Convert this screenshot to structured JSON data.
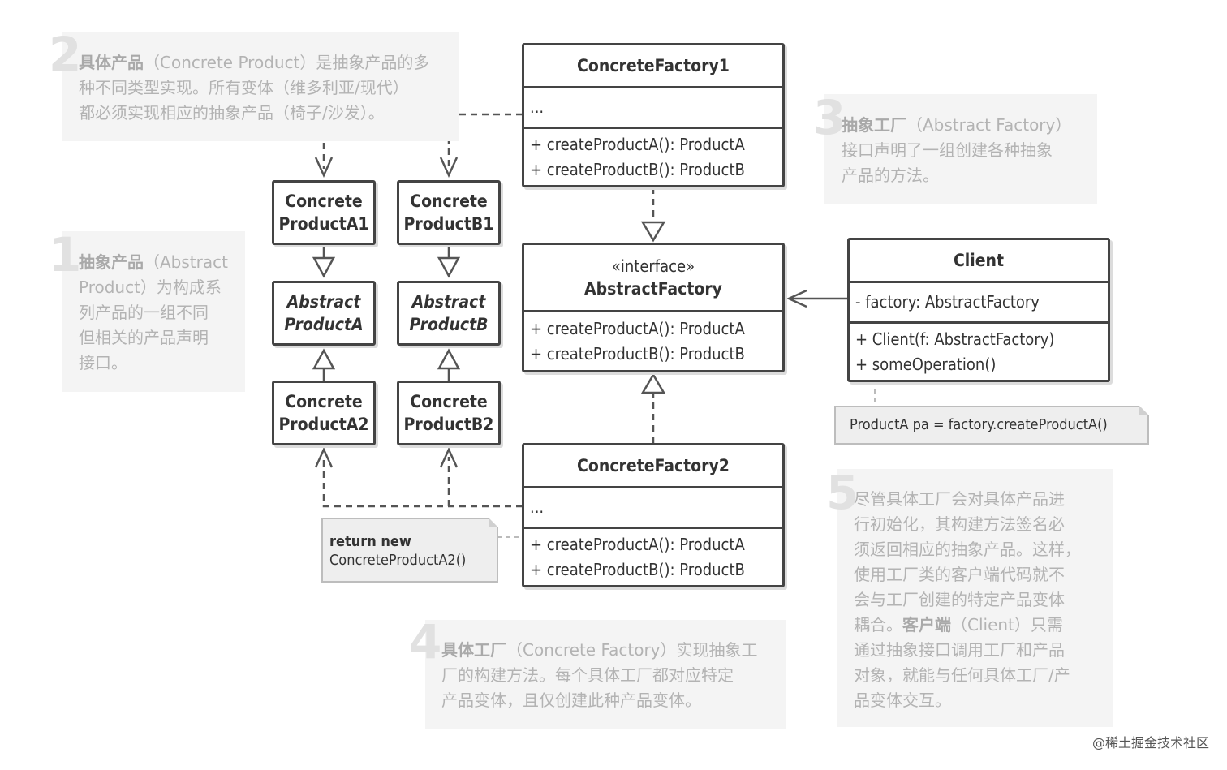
{
  "annotations": {
    "a1": {
      "num": "1",
      "bold": "抽象产品",
      "lines": [
        "（Abstract",
        "Product）为构成系",
        "列产品的一组不同",
        "但相关的产品声明",
        "接口。"
      ]
    },
    "a2": {
      "num": "2",
      "bold": "具体产品",
      "lines": [
        "（Concrete Product）是抽象产品的多",
        "种不同类型实现。所有变体（维多利亚/现代）",
        "都必须实现相应的抽象产品（椅子/沙发）。"
      ]
    },
    "a3": {
      "num": "3",
      "bold": "抽象工厂",
      "lines": [
        "（Abstract Factory）",
        "接口声明了一组创建各种抽象",
        "产品的方法。"
      ]
    },
    "a4": {
      "num": "4",
      "bold": "具体工厂",
      "lines": [
        "（Concrete Factory）实现抽象工",
        "厂的构建方法。每个具体工厂都对应特定",
        "产品变体，且仅创建此种产品变体。"
      ]
    },
    "a5": {
      "num": "5",
      "lines": [
        "尽管具体工厂会对具体产品进",
        "行初始化，其构建方法签名必",
        "须返回相应的抽象产品。这样，",
        "使用工厂类的客户端代码就不",
        "会与工厂创建的特定产品变体",
        "耦合。",
        "（Client）只需",
        "通过抽象接口调用工厂和产品",
        "对象，就能与任何具体工厂/产",
        "品变体交互。"
      ],
      "bold": "客户端"
    }
  },
  "boxes": {
    "cf1": {
      "title": "ConcreteFactory1",
      "fields": "...",
      "methods": [
        "+ createProductA(): ProductA",
        "+ createProductB(): ProductB"
      ]
    },
    "cf2": {
      "title": "ConcreteFactory2",
      "fields": "...",
      "methods": [
        "+ createProductA(): ProductA",
        "+ createProductB(): ProductB"
      ]
    },
    "af": {
      "stereotype": "«interface»",
      "title": "AbstractFactory",
      "methods": [
        "+ createProductA(): ProductA",
        "+ createProductB(): ProductB"
      ]
    },
    "client": {
      "title": "Client",
      "fields": "- factory: AbstractFactory",
      "methods": [
        "+ Client(f: AbstractFactory)",
        "+ someOperation()"
      ]
    },
    "cpa1": [
      "Concrete",
      "ProductA1"
    ],
    "cpb1": [
      "Concrete",
      "ProductB1"
    ],
    "apa": [
      "Abstract",
      "ProductA"
    ],
    "apb": [
      "Abstract",
      "ProductB"
    ],
    "cpa2": [
      "Concrete",
      "ProductA2"
    ],
    "cpb2": [
      "Concrete",
      "ProductB2"
    ]
  },
  "notes": {
    "client_note": "ProductA pa = factory.createProductA()",
    "factory_note": {
      "bold": "return new",
      "text": "ConcreteProductA2()"
    }
  },
  "watermark": "@稀土掘金技术社区"
}
